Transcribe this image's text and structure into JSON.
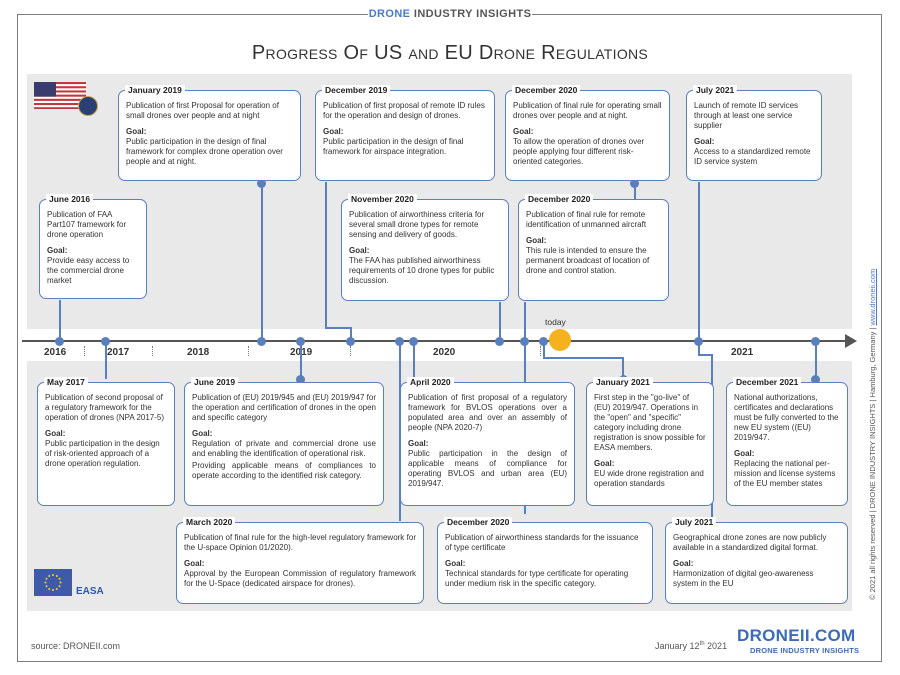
{
  "header": {
    "brand_bold": "DRONE",
    "brand_rest": " INDUSTRY INSIGHTS",
    "title": "Progress Of US and EU Drone Regulations"
  },
  "timeline": {
    "years": [
      "2016",
      "2017",
      "2018",
      "2019",
      "2020",
      "2021"
    ],
    "today_label": "today"
  },
  "us_events": [
    {
      "date": "January 2019",
      "text": "Publication of first Proposal for operation of small drones over people and at night",
      "goal_label": "Goal:",
      "goal": "Public participation in the design of final framework for complex drone operation over people and at night."
    },
    {
      "date": "December 2019",
      "text": "Publication of first proposal of remote ID rules for the operation and design of drones.",
      "goal_label": "Goal:",
      "goal": "Public participation in the design of final framework for airspace integration."
    },
    {
      "date": "December 2020",
      "text": "Publication of final rule for operating small drones over people and at night.",
      "goal_label": "Goal:",
      "goal": "To allow the operation of drones over people applying four different risk-oriented categories."
    },
    {
      "date": "July 2021",
      "text": "Launch of remote ID services through at least one service supplier",
      "goal_label": "Goal:",
      "goal": "Access to a standardized remote ID service system"
    },
    {
      "date": "June 2016",
      "text": "Publication of FAA Part107 framework for drone operation",
      "goal_label": "Goal:",
      "goal": "Provide easy access to the commercial drone market"
    },
    {
      "date": "November 2020",
      "text": "Publication of airworthiness criteria for several small drone types for remote sensing and delivery of goods.",
      "goal_label": "Goal:",
      "goal": "The FAA has published airworthiness requirements of 10 drone types for public discussion."
    },
    {
      "date": "December 2020",
      "text": "Publication of final rule for remote identification of unmanned aircraft",
      "goal_label": "Goal:",
      "goal": "This rule is intended to ensure the permanent broadcast of location of drone and control station."
    }
  ],
  "eu_events": [
    {
      "date": "May 2017",
      "text": "Publication of second proposal of a regulatory framework for the operation of drones (NPA 2017-5)",
      "goal_label": "Goal:",
      "goal": "Public participation in the design of risk-oriented approach of a drone operation regulation."
    },
    {
      "date": "June 2019",
      "text": "Publication of (EU) 2019/945 and (EU) 2019/947 for the operation and certification of drones in the open and specific category",
      "goal_label": "Goal:",
      "goal": "Regulation of private and commercial drone use and enabling the identification of operational risk.",
      "goal2": "Providing applicable means of compliances to operate according to the identified risk category."
    },
    {
      "date": "April 2020",
      "text": "Publication of first proposal of a regulatory framework for BVLOS operations over a populated area and over an assembly of people (NPA 2020-7)",
      "goal_label": "Goal:",
      "goal": "Public participation in the design of applicable means of compliance for operating BVLOS and urban area (EU) 2019/947."
    },
    {
      "date": "January 2021",
      "text": "First step in the \"go-live\" of (EU) 2019/947. Operations in the \"open\" and \"specific\" category including drone registration is snow possible for EASA members.",
      "goal_label": "Goal:",
      "goal": "EU wide drone registration and operation standards"
    },
    {
      "date": "December 2021",
      "text": "National authorizations, certificates and declarations must be fully converted to the new EU system ((EU) 2019/947.",
      "goal_label": "Goal:",
      "goal": "Replacing the national per-mission and license systems of the EU member states"
    },
    {
      "date": "March 2020",
      "text": "Publication of final rule for the high-level regulatory framework for the U-space Opinion 01/2020).",
      "goal_label": "Goal:",
      "goal": "Approval by the European Commission of regulatory framework for the U-Space (dedicated airspace for drones)."
    },
    {
      "date": "December 2020",
      "text": "Publication of airworthiness standards for the issuance of type certificate",
      "goal_label": "Goal:",
      "goal": "Technical standards for type certificate for operating under medium risk in the specific category."
    },
    {
      "date": "July 2021",
      "text": "Geographical drone zones are now publicly available in a standardized digital format.",
      "goal_label": "Goal:",
      "goal": "Harmonization of digital geo-awareness system in the EU"
    }
  ],
  "logos": {
    "easa": "EASA"
  },
  "side_text": {
    "main": "© 2021 all rights reserved | DRONE INDUSTRY INSIGHTS | Hamburg, Germany | ",
    "link": "www.droneii.com"
  },
  "footer": {
    "source": "source: DRONEII.com",
    "date": "January 12",
    "date_sup": "th",
    "date_year": " 2021",
    "logo": "DRONEII.COM",
    "logo_sub": "DRONE INDUSTRY INSIGHTS"
  },
  "colors": {
    "accent": "#5a7fbf",
    "today": "#f5b11e",
    "band": "#e9e9e9"
  }
}
